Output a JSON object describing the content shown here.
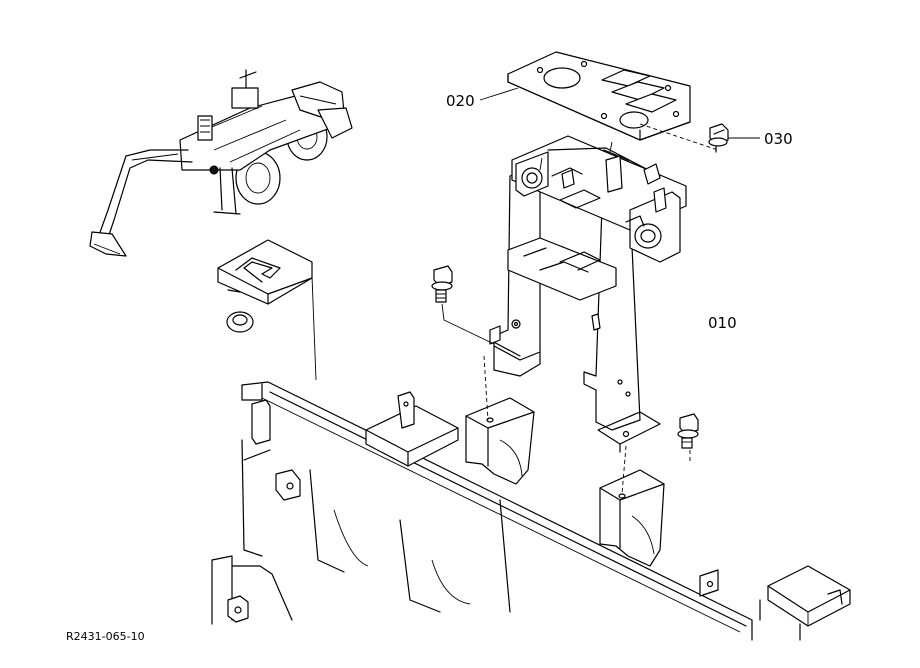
{
  "diagram": {
    "callouts": {
      "part_010": "010",
      "part_020": "020",
      "part_030": "030"
    },
    "reference_code": "R2431-065-10"
  }
}
